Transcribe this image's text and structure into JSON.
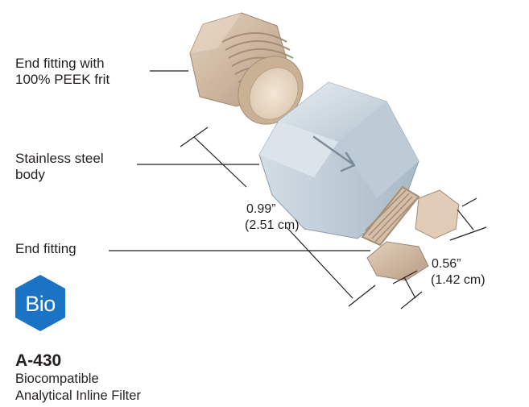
{
  "callouts": {
    "end_fitting_frit_line1": "End fitting with",
    "end_fitting_frit_line2": "100% PEEK frit",
    "body_line1": "Stainless steel",
    "body_line2": "body",
    "end_fitting": "End fitting"
  },
  "dimensions": {
    "length_in": "0.99”",
    "length_cm": "(2.51 cm)",
    "width_in": "0.56”",
    "width_cm": "(1.42 cm)"
  },
  "badge": {
    "text": "Bio",
    "color": "#1a73c4"
  },
  "product": {
    "code": "A-430",
    "desc_line1": "Biocompatible",
    "desc_line2": "Analytical Inline Filter"
  },
  "colors": {
    "peek": "#d8c3ad",
    "peek_dark": "#b89f86",
    "steel": "#c7d3dc",
    "steel_dark": "#9fb0bd"
  }
}
